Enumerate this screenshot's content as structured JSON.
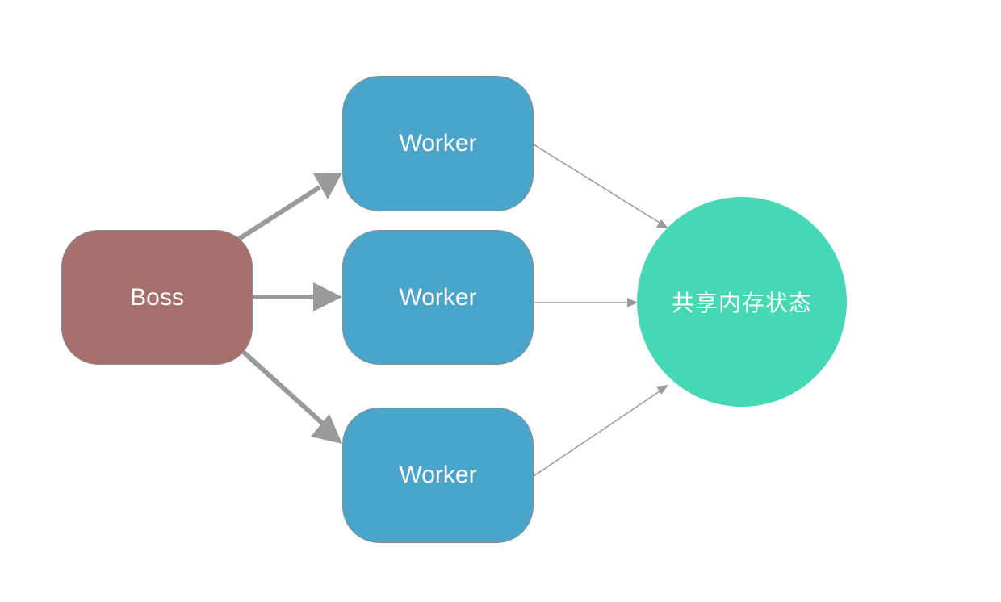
{
  "nodes": {
    "boss": {
      "label": "Boss",
      "color": "#a8706d"
    },
    "workers": [
      {
        "label": "Worker"
      },
      {
        "label": "Worker"
      },
      {
        "label": "Worker"
      }
    ],
    "worker_color": "#4aa5cb",
    "shared_memory": {
      "label": "共享内存状态",
      "color": "#45d8b5"
    }
  },
  "edges": [
    {
      "from": "boss",
      "to": "worker-1",
      "style": "thick"
    },
    {
      "from": "boss",
      "to": "worker-2",
      "style": "thick"
    },
    {
      "from": "boss",
      "to": "worker-3",
      "style": "thick"
    },
    {
      "from": "worker-1",
      "to": "shared-memory",
      "style": "thin"
    },
    {
      "from": "worker-2",
      "to": "shared-memory",
      "style": "thin"
    },
    {
      "from": "worker-3",
      "to": "shared-memory",
      "style": "thin"
    }
  ],
  "edge_colors": {
    "thick": "#9a9a9a",
    "thin": "#9a9a9a"
  }
}
